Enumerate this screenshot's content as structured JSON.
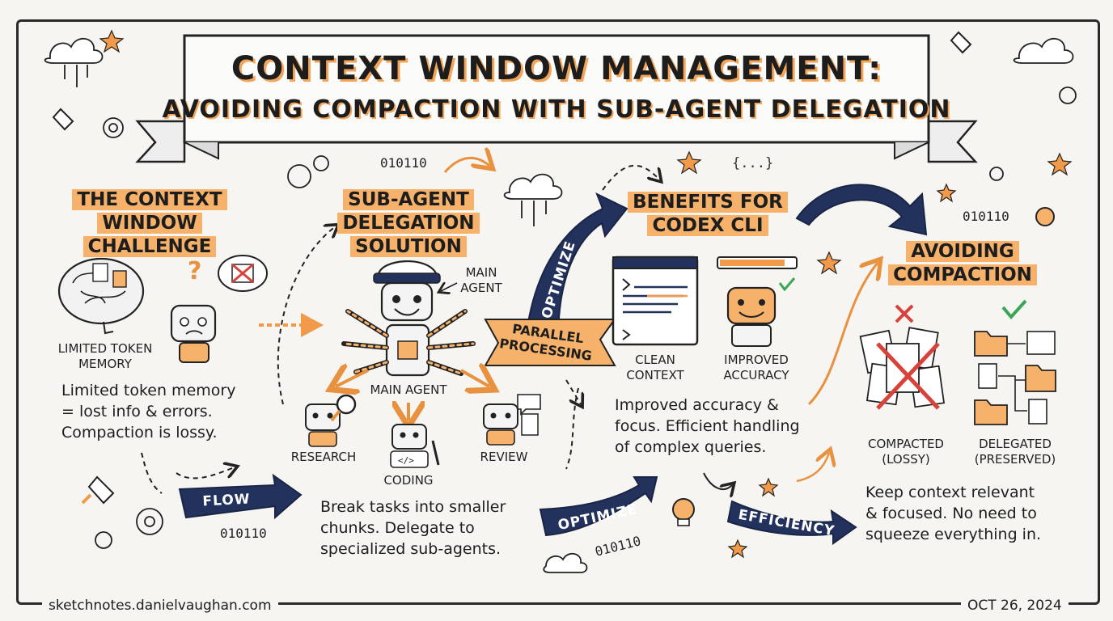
{
  "title": {
    "line1": "CONTEXT WINDOW MANAGEMENT:",
    "line2": "AVOIDING COMPACTION WITH SUB-AGENT DELEGATION"
  },
  "sections": {
    "challenge": {
      "heading": "THE CONTEXT\nWINDOW CHALLENGE",
      "icon_label": "LIMITED TOKEN\nMEMORY",
      "text": "Limited token memory\n= lost info & errors.\nCompaction is lossy."
    },
    "solution": {
      "heading": "SUB-AGENT\nDELEGATION\nSOLUTION",
      "main_agent_callout": "MAIN\nAGENT",
      "main_agent_label": "MAIN AGENT",
      "sub_agents": [
        "RESEARCH",
        "CODING",
        "REVIEW"
      ],
      "text": "Break tasks into smaller\nchunks. Delegate to\nspecialized sub-agents."
    },
    "benefits": {
      "heading": "BENEFITS FOR\nCODEX CLI",
      "items": [
        "CLEAN\nCONTEXT",
        "IMPROVED\nACCURACY"
      ],
      "text": "Improved accuracy &\nfocus. Efficient handling\nof complex queries."
    },
    "avoiding": {
      "heading": "AVOIDING\nCOMPACTION",
      "items": [
        "COMPACTED\n(LOSSY)",
        "DELEGATED\n(PRESERVED)"
      ],
      "text": "Keep context relevant\n& focused. No need to\nsqueeze everything in."
    }
  },
  "banners": {
    "flow": "FLOW",
    "optimize_vertical": "OPTIMIZE",
    "parallel": "PARALLEL\nPROCESSING",
    "optimize_bottom": "OPTIMIZE",
    "efficiency": "EFFICIENCY"
  },
  "binary": [
    "010110",
    "010110",
    "010110",
    "010110"
  ],
  "braces": "{...}",
  "footer": {
    "left": "sketchnotes.danielvaughan.com",
    "right": "OCT 26, 2024"
  },
  "colors": {
    "accent_orange": "#f6b26b",
    "navy": "#23325c",
    "check_green": "#3aa655",
    "cross_red": "#d9413b"
  }
}
